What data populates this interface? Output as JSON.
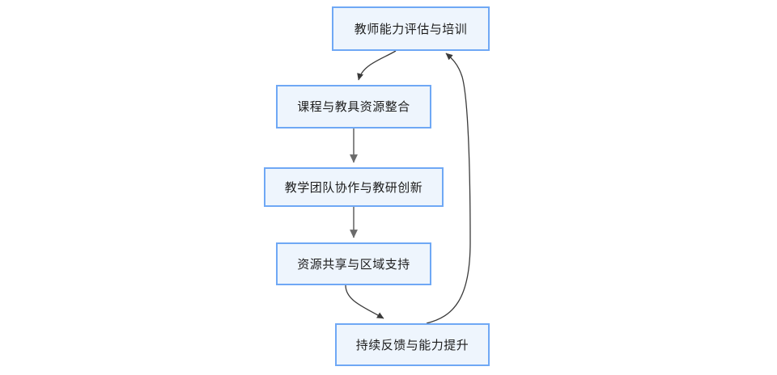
{
  "diagram": {
    "type": "flowchart",
    "direction": "top-to-bottom with feedback loop",
    "background_color": "#ffffff",
    "node_fill_color": "#eef5fd",
    "node_border_color": "#6fa8f5",
    "edge_color": "#4a4a4a",
    "text_color": "#1d1d1d",
    "nodes": [
      {
        "id": "assessment",
        "label": "教师能力评估与培训"
      },
      {
        "id": "resources",
        "label": "课程与教具资源整合"
      },
      {
        "id": "teamwork",
        "label": "教学团队协作与教研创新"
      },
      {
        "id": "sharing",
        "label": "资源共享与区域支持"
      },
      {
        "id": "feedback",
        "label": "持续反馈与能力提升"
      }
    ],
    "edges": [
      {
        "from": "assessment",
        "to": "resources",
        "label": ""
      },
      {
        "from": "resources",
        "to": "teamwork",
        "label": ""
      },
      {
        "from": "teamwork",
        "to": "sharing",
        "label": ""
      },
      {
        "from": "sharing",
        "to": "feedback",
        "label": ""
      },
      {
        "from": "feedback",
        "to": "assessment",
        "label": ""
      }
    ]
  }
}
